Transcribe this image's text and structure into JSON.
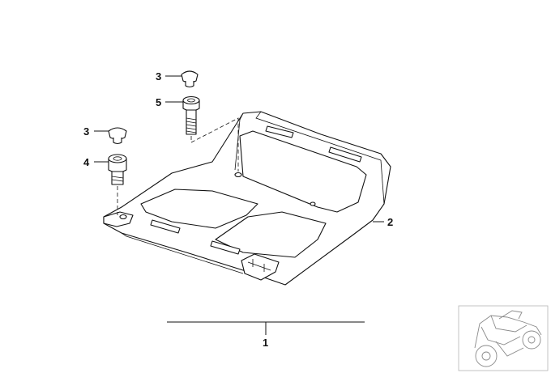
{
  "callouts": [
    {
      "id": "c3a",
      "label": "3"
    },
    {
      "id": "c5",
      "label": "5"
    },
    {
      "id": "c3b",
      "label": "3"
    },
    {
      "id": "c4",
      "label": "4"
    },
    {
      "id": "c2",
      "label": "2"
    },
    {
      "id": "c1",
      "label": "1"
    }
  ],
  "colors": {
    "line": "#111111",
    "background": "#ffffff",
    "thumbnail_line": "#8a8a8a"
  },
  "icons": [
    "motorcycle-thumbnail-icon"
  ]
}
